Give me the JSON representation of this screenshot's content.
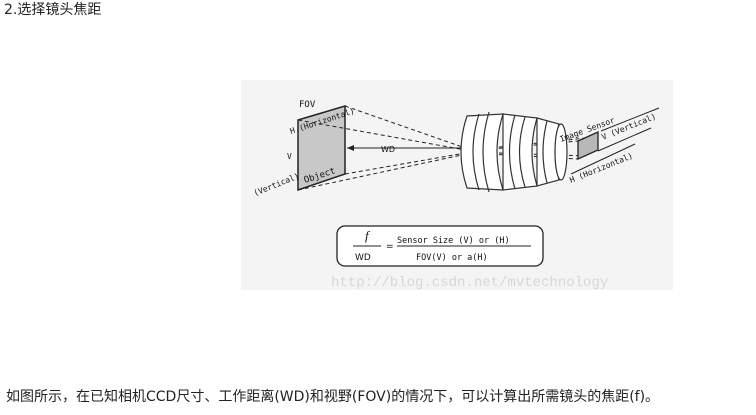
{
  "heading": "2.选择镜头焦距",
  "diagram": {
    "fov_label": "FOV",
    "h_label_left": "H (Horizontal)",
    "v_label_left": "V",
    "vertical_label_left": "(Vertical)",
    "object_label": "Object",
    "wd_label": "WD",
    "image_sensor_label": "Image Sensor",
    "v_label_right": "V (Vertical)",
    "h_label_right": "H (Horizontal)",
    "formula": {
      "f": "f",
      "wd": "WD",
      "eq": "=",
      "numerator": "Sensor Size (V) or (H)",
      "denominator": "FOV(V) or a(H)"
    },
    "watermark": "http://blog.csdn.net/mvtechnology"
  },
  "caption": "如图所示，在已知相机CCD尺寸、工作距离(WD)和视野(FOV)的情况下，可以计算出所需镜头的焦距(f)。"
}
